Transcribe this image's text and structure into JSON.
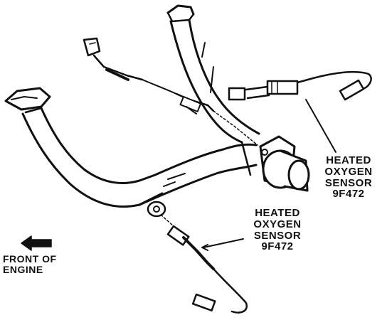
{
  "diagram": {
    "callouts": [
      {
        "lines": [
          "HEATED",
          "OXYGEN",
          "SENSOR",
          "9F472"
        ]
      },
      {
        "lines": [
          "HEATED",
          "OXYGEN",
          "SENSOR",
          "9F472"
        ]
      }
    ],
    "orientation": {
      "lines": [
        "FRONT OF",
        "ENGINE"
      ]
    }
  },
  "colors": {
    "ink": "#111111",
    "paper": "#ffffff"
  }
}
